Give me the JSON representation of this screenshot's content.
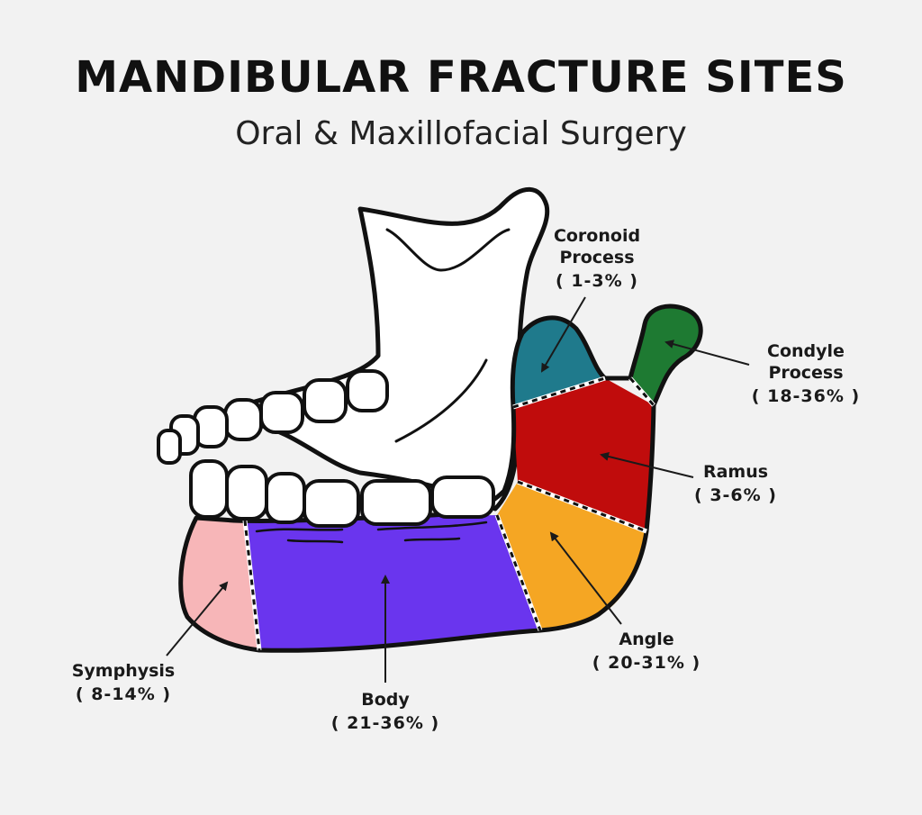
{
  "header": {
    "title": "MANDIBULAR FRACTURE SITES",
    "subtitle": "Oral & Maxillofacial Surgery"
  },
  "regions": {
    "coronoid": {
      "name_line1": "Coronoid",
      "name_line2": "Process",
      "percent": "( 1-3% )",
      "color": "#1f7a8c"
    },
    "condyle": {
      "name_line1": "Condyle",
      "name_line2": "Process",
      "percent": "( 18-36% )",
      "color": "#1e7a32"
    },
    "ramus": {
      "name": "Ramus",
      "percent": "( 3-6% )",
      "color": "#c00c0c"
    },
    "angle": {
      "name": "Angle",
      "percent": "( 20-31% )",
      "color": "#f5a623"
    },
    "body": {
      "name": "Body",
      "percent": "( 21-36% )",
      "color": "#6a35ee"
    },
    "symphysis": {
      "name": "Symphysis",
      "percent": "( 8-14% )",
      "color": "#f7b6b8"
    }
  }
}
